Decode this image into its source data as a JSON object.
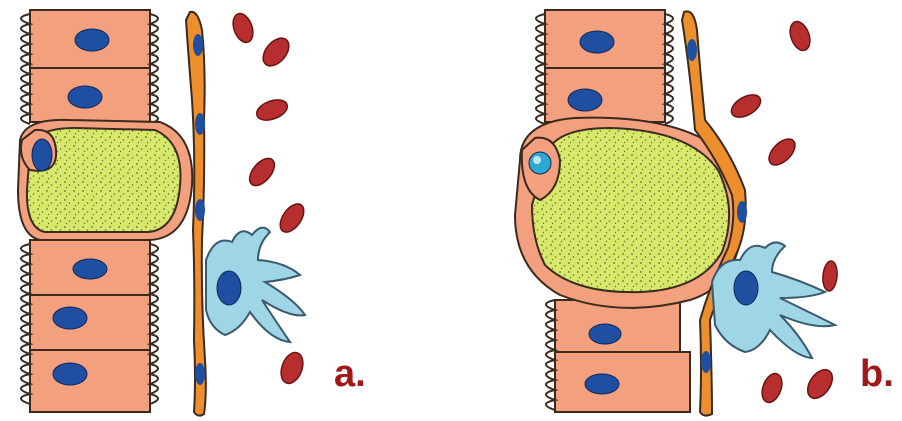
{
  "panels": [
    {
      "id": "a",
      "label": "a."
    },
    {
      "id": "b",
      "label": "b."
    }
  ],
  "colors": {
    "epithelial_cell": "#F3A07E",
    "nucleus": "#1F4FA0",
    "lipid_droplet": "#D9E86A",
    "lipid_dots": "#4E7A3A",
    "capillary_wall": "#EE8F2E",
    "red_blood_cell": "#B72E2E",
    "macrophage": "#9ED6E6",
    "outline": "#3A2A20",
    "label": "#A01818"
  }
}
